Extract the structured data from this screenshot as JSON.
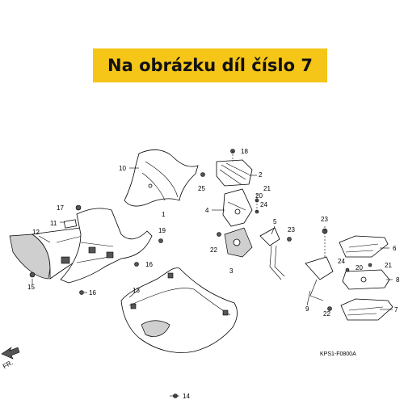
{
  "banner": {
    "text": "Na obrázku díl číslo 7",
    "color": "#f5c518"
  },
  "callouts": [
    "1",
    "2",
    "3",
    "4",
    "5",
    "6",
    "7",
    "8",
    "9",
    "10",
    "11",
    "12",
    "13",
    "14",
    "15",
    "16",
    "16",
    "17",
    "18",
    "19",
    "20",
    "20",
    "21",
    "21",
    "22",
    "22",
    "23",
    "23",
    "24",
    "24",
    "25"
  ],
  "direction_marker": "FR.",
  "diagram_code": "KPS1-F0800A"
}
